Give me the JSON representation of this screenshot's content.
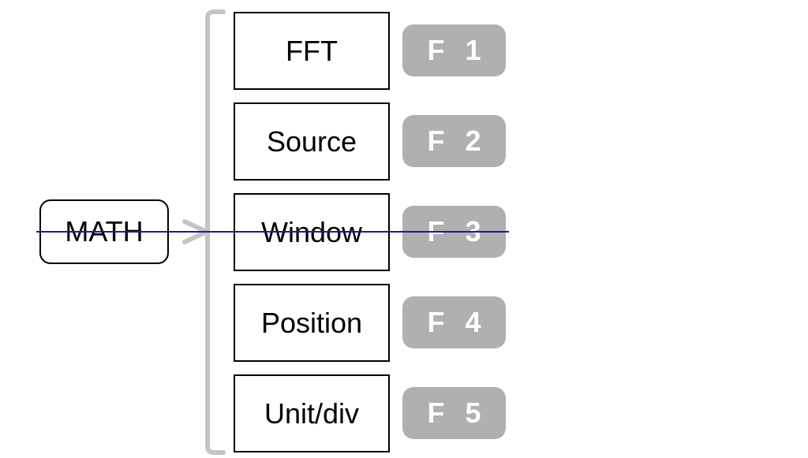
{
  "math_key": {
    "label": "MATH"
  },
  "menu": [
    {
      "label": "FFT",
      "key": {
        "letter": "F",
        "number": "1"
      }
    },
    {
      "label": "Source",
      "key": {
        "letter": "F",
        "number": "2"
      }
    },
    {
      "label": "Window",
      "key": {
        "letter": "F",
        "number": "3"
      }
    },
    {
      "label": "Position",
      "key": {
        "letter": "F",
        "number": "4"
      }
    },
    {
      "label": "Unit/div",
      "key": {
        "letter": "F",
        "number": "5"
      }
    }
  ],
  "colors": {
    "bracket": "#c4c4c4",
    "fkey_fill": "#b0b0b0",
    "fkey_text": "#ffffff",
    "marker_line": "#1a1aa8"
  }
}
